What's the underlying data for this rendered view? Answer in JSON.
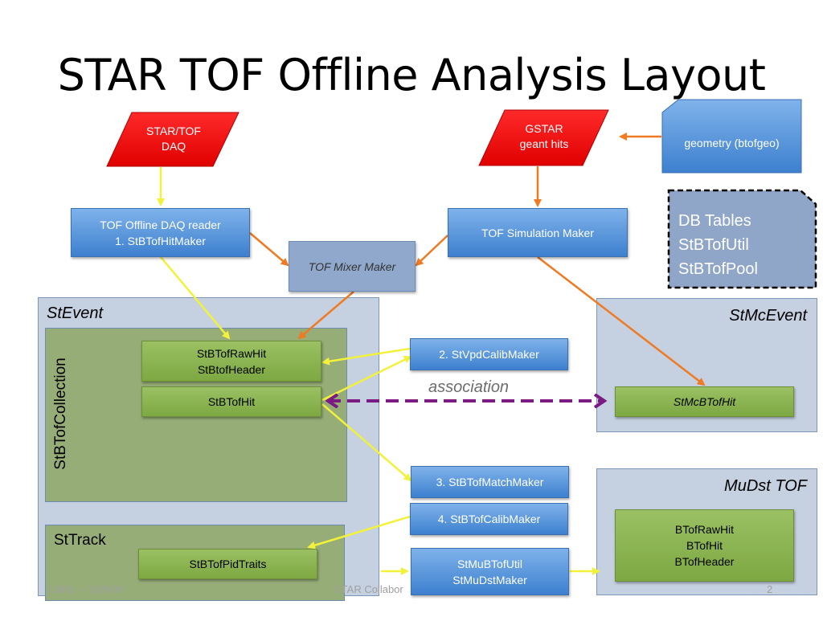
{
  "slide": {
    "title": "STAR TOF Offline Analysis Layout",
    "footer_left": "LBNL -- 10/9/09",
    "footer_center": "STAR Collabor",
    "page_number": "2"
  },
  "inputs": {
    "daq": "STAR/TOF\nDAQ",
    "gstar": "GSTAR\ngeant hits",
    "geometry": "geometry (btofgeo)",
    "db": "DB Tables\nStBTofUtil\nStBTofPool"
  },
  "makers": {
    "daq_reader": "TOF Offline DAQ reader\n1. StBTofHitMaker",
    "simulation": "TOF Simulation Maker",
    "mixer": "TOF Mixer Maker",
    "vpd_calib": "2. StVpdCalibMaker",
    "match": "3. StBTofMatchMaker",
    "calib": "4. StBTofCalibMaker",
    "mudst": "StMuBTofUtil\nStMuDstMaker"
  },
  "containers": {
    "stevent": "StEvent",
    "collection": "StBTofCollection",
    "sttrack": "StTrack",
    "stmcevent": "StMcEvent",
    "mudst_tof": "MuDst TOF"
  },
  "objects": {
    "rawhit": "StBTofRawHit\nStBtofHeader",
    "hit": "StBTofHit",
    "pidtraits": "StBTofPidTraits",
    "mchit": "StMcBTofHit",
    "mudst_objs": "BTofRawHit\nBTofHit\nBTofHeader"
  },
  "labels": {
    "association": "association"
  },
  "colors": {
    "daq_input": "#ff0000",
    "maker_blue": "#4f8fdc",
    "object_green": "#8db255",
    "arrow_yellow": "#f2f23a",
    "arrow_orange": "#f07a22",
    "association": "#7a1a82"
  }
}
